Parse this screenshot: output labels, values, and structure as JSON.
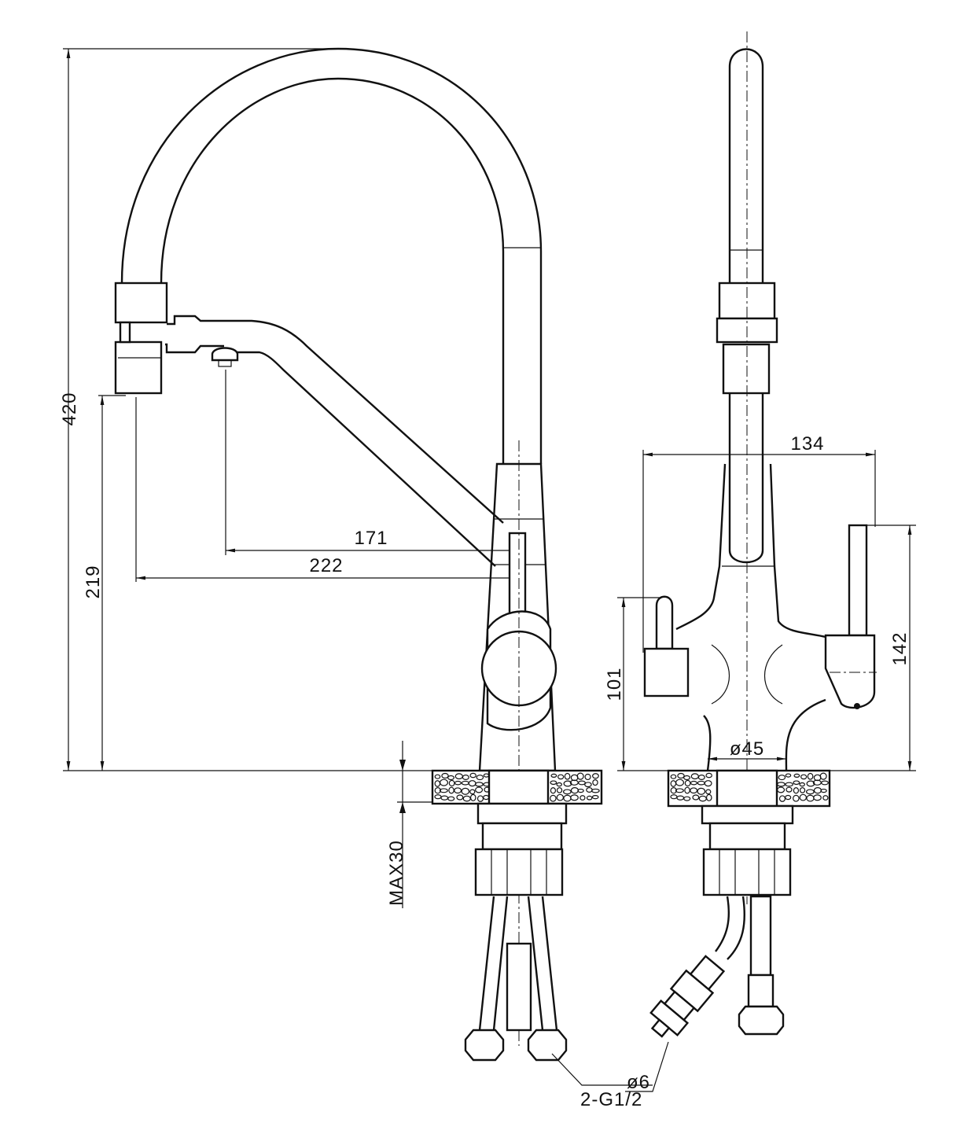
{
  "drawing": {
    "title": "Faucet dimension drawing",
    "left_view": {
      "height_total": "420",
      "spout_height": "219",
      "reach_filter": "171",
      "reach_spout": "222",
      "max_counter_thickness": "MAX30",
      "connection": "2-G1/2"
    },
    "right_view": {
      "width": "134",
      "lever_height": "142",
      "handle_height": "101",
      "base_diameter": "ø45",
      "filter_tube": "ø6"
    }
  }
}
